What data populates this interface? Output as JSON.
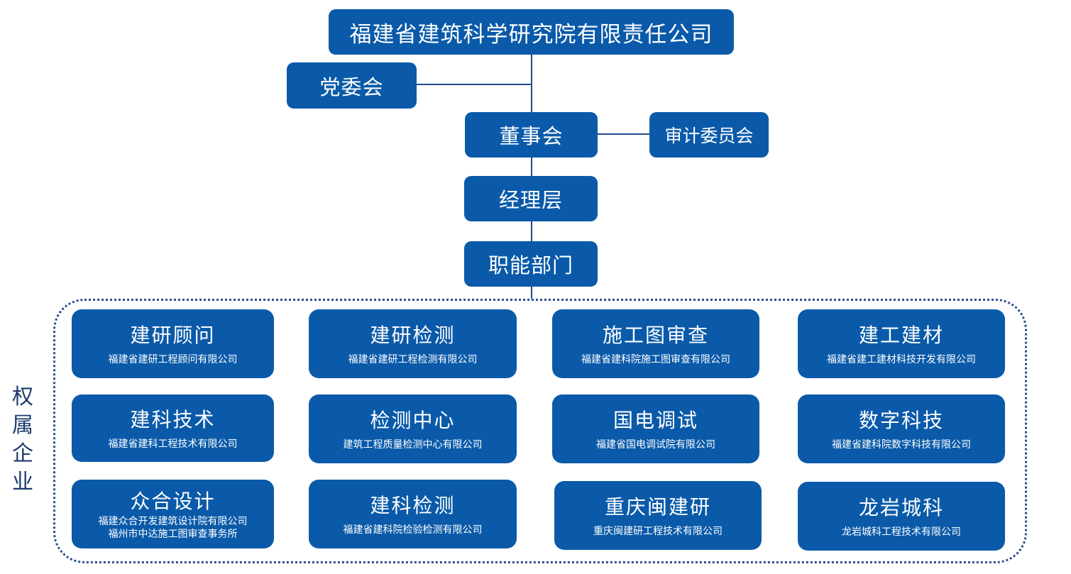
{
  "org": {
    "company": "福建省建筑科学研究院有限责任公司",
    "party_committee": "党委会",
    "board": "董事会",
    "audit_committee": "审计委员会",
    "management": "经理层",
    "departments": "职能部门"
  },
  "group_label": [
    "权",
    "属",
    "企",
    "业"
  ],
  "subsidiaries": [
    {
      "name": "建研顾问",
      "full": [
        "福建省建研工程顾问有限公司"
      ]
    },
    {
      "name": "建研检测",
      "full": [
        "福建省建研工程检测有限公司"
      ]
    },
    {
      "name": "施工图审查",
      "full": [
        "福建省建科院施工图审查有限公司"
      ]
    },
    {
      "name": "建工建材",
      "full": [
        "福建省建工建材科技开发有限公司"
      ]
    },
    {
      "name": "建科技术",
      "full": [
        "福建省建科工程技术有限公司"
      ]
    },
    {
      "name": "检测中心",
      "full": [
        "建筑工程质量检测中心有限公司"
      ]
    },
    {
      "name": "国电调试",
      "full": [
        "福建省国电调试院有限公司"
      ]
    },
    {
      "name": "数字科技",
      "full": [
        "福建省建科院数字科技有限公司"
      ]
    },
    {
      "name": "众合设计",
      "full": [
        "福建众合开发建筑设计院有限公司",
        "福州市中达施工图审查事务所"
      ]
    },
    {
      "name": "建科检测",
      "full": [
        "福建省建科院检验检测有限公司"
      ]
    },
    {
      "name": "重庆闽建研",
      "full": [
        "重庆闽建研工程技术有限公司"
      ]
    },
    {
      "name": "龙岩城科",
      "full": [
        "龙岩城科工程技术有限公司"
      ]
    }
  ],
  "colors": {
    "box": "#0a5aa9",
    "connector": "#1f4e8c",
    "frame": "#2d4f8f"
  }
}
